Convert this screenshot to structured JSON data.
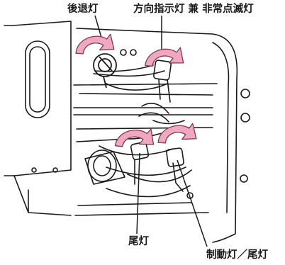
{
  "labels": {
    "backup": "後退灯",
    "turn_hazard": "方向指示灯 兼 非常点滅灯",
    "tail": "尾灯",
    "stop_tail": "制動灯／尾灯"
  },
  "colors": {
    "line": "#1a1a1a",
    "arrow_fill": "#f0a8c0",
    "arrow_stroke": "#7a3a55",
    "background": "#ffffff"
  }
}
